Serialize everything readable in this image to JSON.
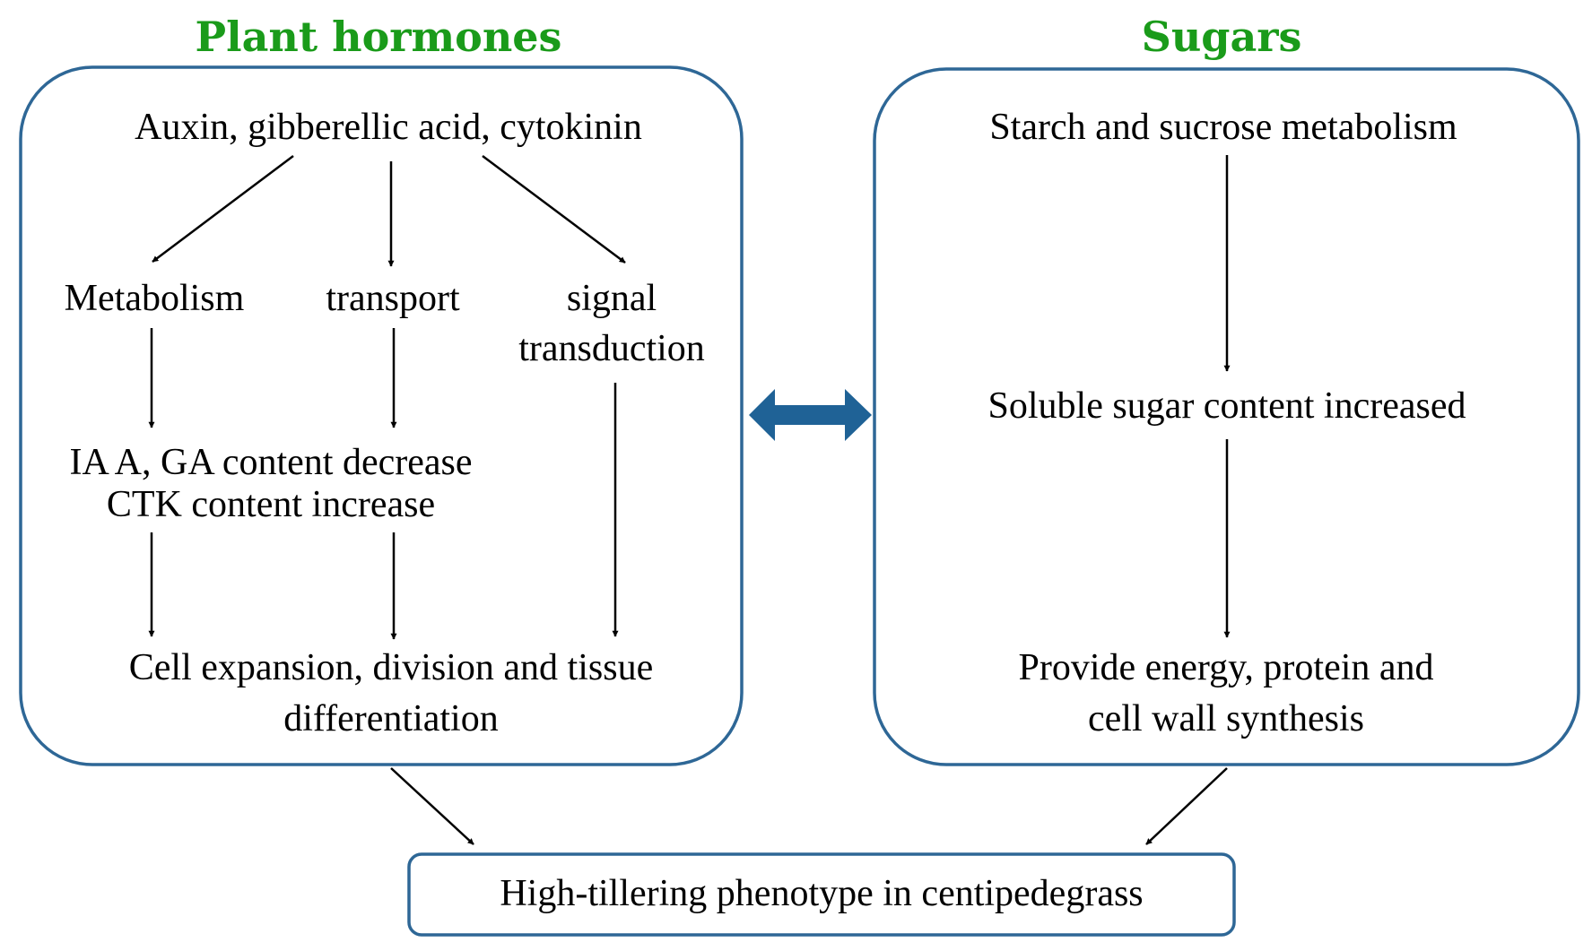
{
  "colors": {
    "title": "#1a9b1a",
    "box_border": "#2e6796",
    "double_arrow": "#1f6296",
    "arrow": "#000000"
  },
  "hormones": {
    "title": "Plant hormones",
    "top": "Auxin, gibberellic acid, cytokinin",
    "metabolism": "Metabolism",
    "transport": "transport",
    "signal_line1": "signal",
    "signal_line2": "transduction",
    "content_line1": "IA A, GA content decrease",
    "content_line2": "CTK content increase",
    "outcome_line1": "Cell expansion, division and tissue",
    "outcome_line2": "differentiation"
  },
  "sugars": {
    "title": "Sugars",
    "top": "Starch and sucrose metabolism",
    "middle": "Soluble sugar content increased",
    "outcome_line1": "Provide energy, protein and",
    "outcome_line2": "cell wall synthesis"
  },
  "result": {
    "label": "High-tillering phenotype in centipedegrass"
  }
}
